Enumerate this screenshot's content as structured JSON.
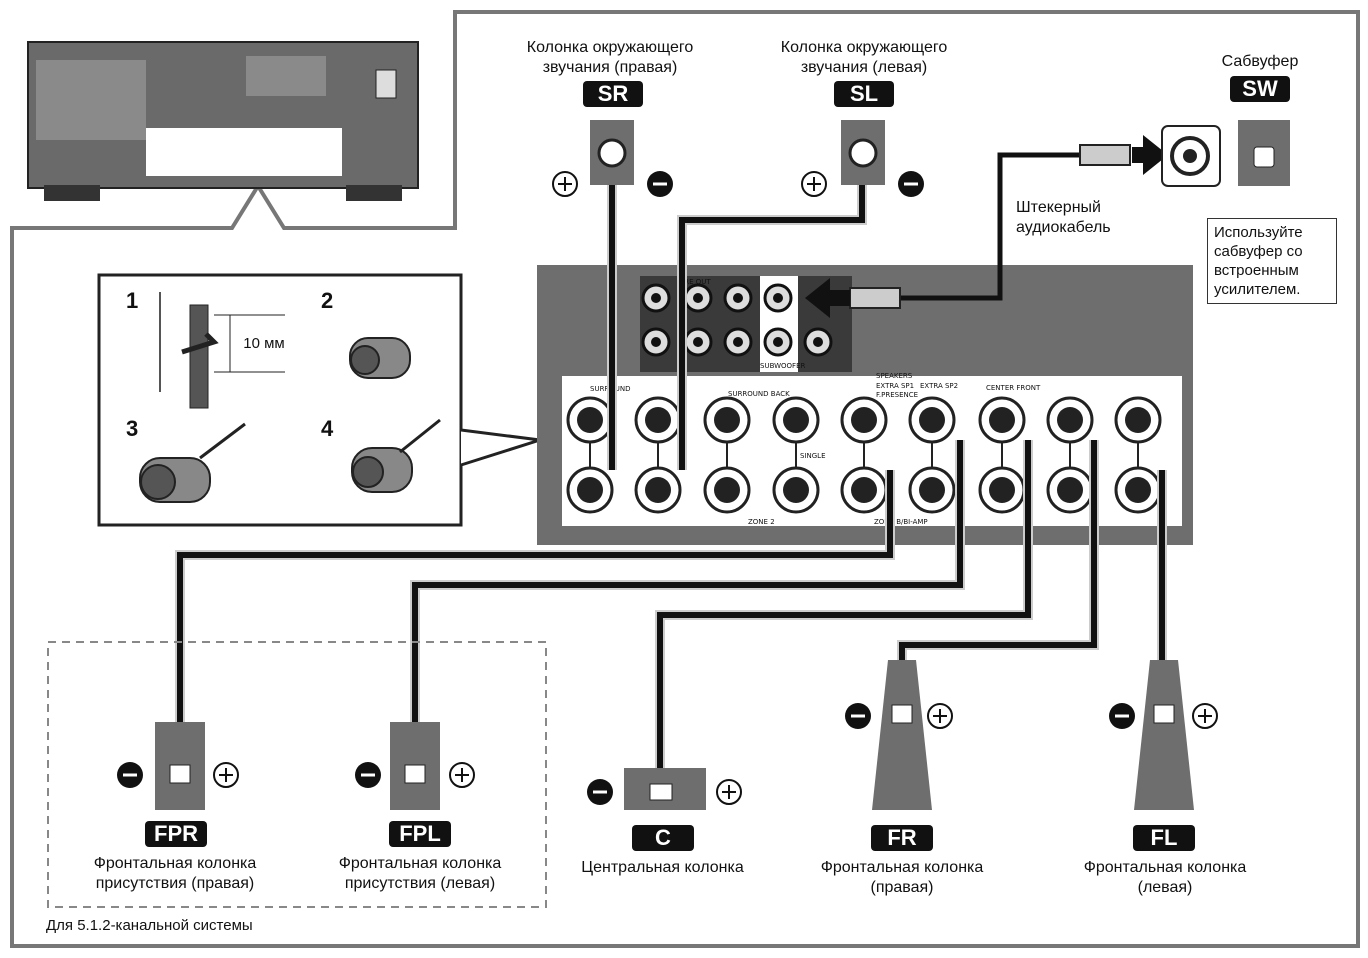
{
  "speakers": {
    "sr": {
      "badge": "SR",
      "label": "Колонка окружающего звучания (правая)"
    },
    "sl": {
      "badge": "SL",
      "label": "Колонка окружающего звучания (левая)"
    },
    "sw": {
      "badge": "SW",
      "label": "Сабвуфер"
    },
    "fpr": {
      "badge": "FPR",
      "label": "Фронтальная колонка присутствия (правая)"
    },
    "fpl": {
      "badge": "FPL",
      "label": "Фронтальная колонка присутствия (левая)"
    },
    "c": {
      "badge": "C",
      "label": "Центральная колонка"
    },
    "fr": {
      "badge": "FR",
      "label": "Фронтальная колонка (правая)"
    },
    "fl": {
      "badge": "FL",
      "label": "Фронтальная колонка (левая)"
    }
  },
  "cable_label": "Штекерный аудиокабель",
  "subwoofer_note": "Используйте сабвуфер со встроенным усилителем.",
  "strip_steps": {
    "step1": "1",
    "step2": "2",
    "step3": "3",
    "step4": "4",
    "length": "10 мм"
  },
  "group_note": "Для 5.1.2-канальной системы",
  "panel_labels": {
    "surround": "SURROUND",
    "surround_back": "SURROUND BACK",
    "speakers": "SPEAKERS",
    "extra_sp": "EXTRA SP1",
    "extra_sp2": "EXTRA SP2",
    "presence": "F.PRESENCE",
    "center_front": "CENTER FRONT",
    "zone2": "ZONE 2",
    "zone_amp": "ZONE B/BI-AMP",
    "single": "SINGLE",
    "subwoofer_jack": "SUBWOOFER",
    "pre_out": "PRE OUT"
  },
  "polarity": {
    "plus": "+",
    "minus": "–"
  }
}
